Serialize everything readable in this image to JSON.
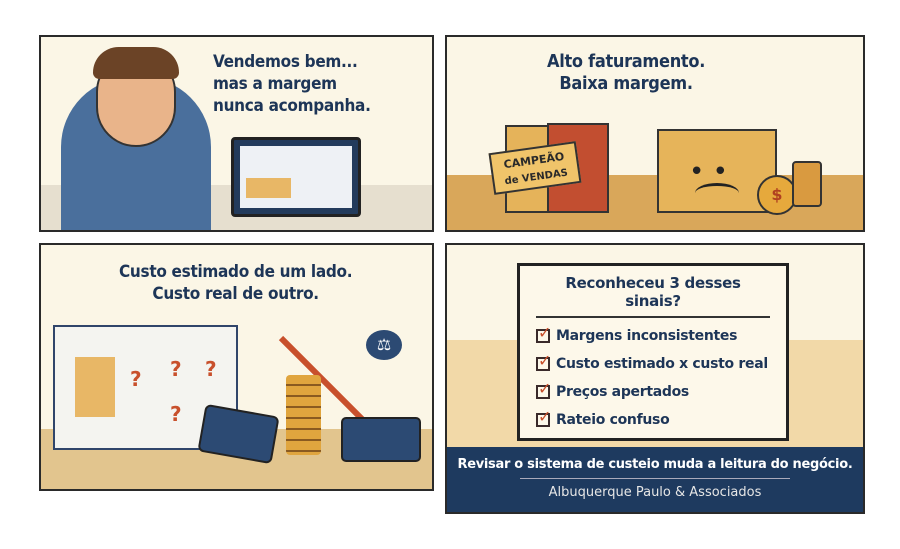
{
  "panels": [
    {
      "caption_lines": [
        "Vendemos bem...",
        "mas a margem",
        "nunca acompanha."
      ]
    },
    {
      "caption_lines": [
        "Alto faturamento.",
        "Baixa margem."
      ],
      "tag_lines": [
        "CAMPEÃO",
        "de VENDAS"
      ]
    },
    {
      "caption_lines": [
        "Custo estimado de um lado.",
        "Custo real de outro."
      ]
    },
    {
      "checklist_title": "Reconheceu 3 desses sinais?",
      "checklist": [
        "Margens inconsistentes",
        "Custo estimado x custo real",
        "Preços apertados",
        "Rateio confuso"
      ],
      "footer_text": "Revisar o sistema de custeio muda a leitura do negócio.",
      "firm_name": "Albuquerque Paulo & Associados"
    }
  ],
  "colors": {
    "navy": "#1d3557",
    "accent_red": "#c8502c",
    "cream": "#fbf6e6",
    "footer_bg": "#1e3a5f"
  }
}
